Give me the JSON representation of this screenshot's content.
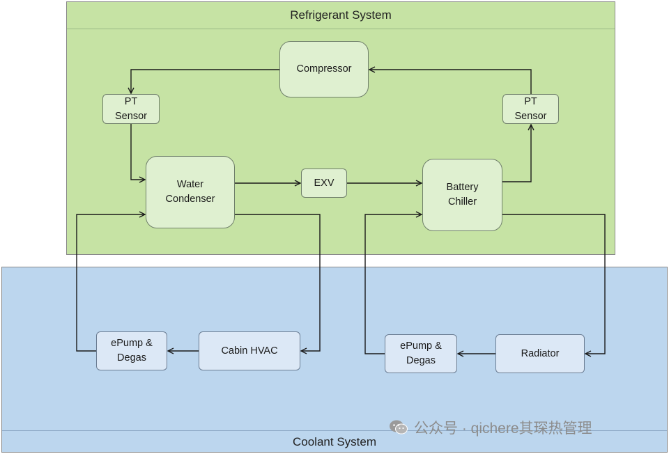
{
  "regions": {
    "refrigerant": {
      "title": "Refrigerant System"
    },
    "coolant": {
      "title": "Coolant System"
    }
  },
  "nodes": {
    "compressor": "Compressor",
    "pt_sensor_left": "PT\nSensor",
    "pt_sensor_right": "PT\nSensor",
    "water_condenser": "Water\nCondenser",
    "exv": "EXV",
    "battery_chiller": "Battery\nChiller",
    "epump_left": "ePump &\nDegas",
    "cabin_hvac": "Cabin HVAC",
    "epump_right": "ePump &\nDegas",
    "radiator": "Radiator"
  },
  "watermark": {
    "text": "公众号 · qichere其琛热管理",
    "icon": "wechat-icon"
  },
  "colors": {
    "refrigerant_bg": "#c6e3a4",
    "coolant_bg": "#bcd6ee",
    "green_node": "#dff0d0",
    "blue_node": "#dce8f6",
    "line": "#1a1a1a"
  }
}
